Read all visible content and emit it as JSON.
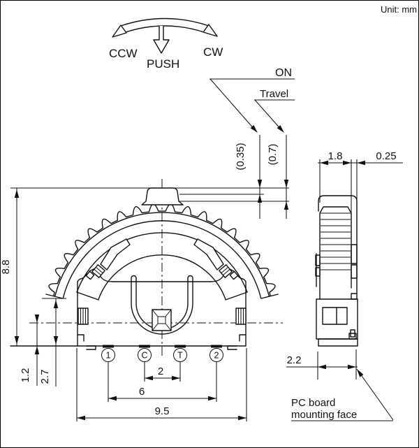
{
  "unit_label": "Unit: mm",
  "rotation_symbol": {
    "ccw": "CCW",
    "cw": "CW",
    "push": "PUSH"
  },
  "travel_annotation": {
    "on": "ON",
    "travel": "Travel",
    "on_travel": "(0.35)",
    "full_travel": "(0.7)"
  },
  "front_view": {
    "height": "8.8",
    "base_to_center": "1.2",
    "base_to_wheel_end": "2.7",
    "terminal_pitch": "2",
    "terminal_span": "6",
    "overall_width": "9.5",
    "terminals": [
      "1",
      "C",
      "T",
      "2"
    ]
  },
  "side_view": {
    "wheel_width": "1.8",
    "protrusion": "0.25",
    "body_depth": "2.2",
    "pcb_note_line1": "PC board",
    "pcb_note_line2": "mounting face"
  }
}
